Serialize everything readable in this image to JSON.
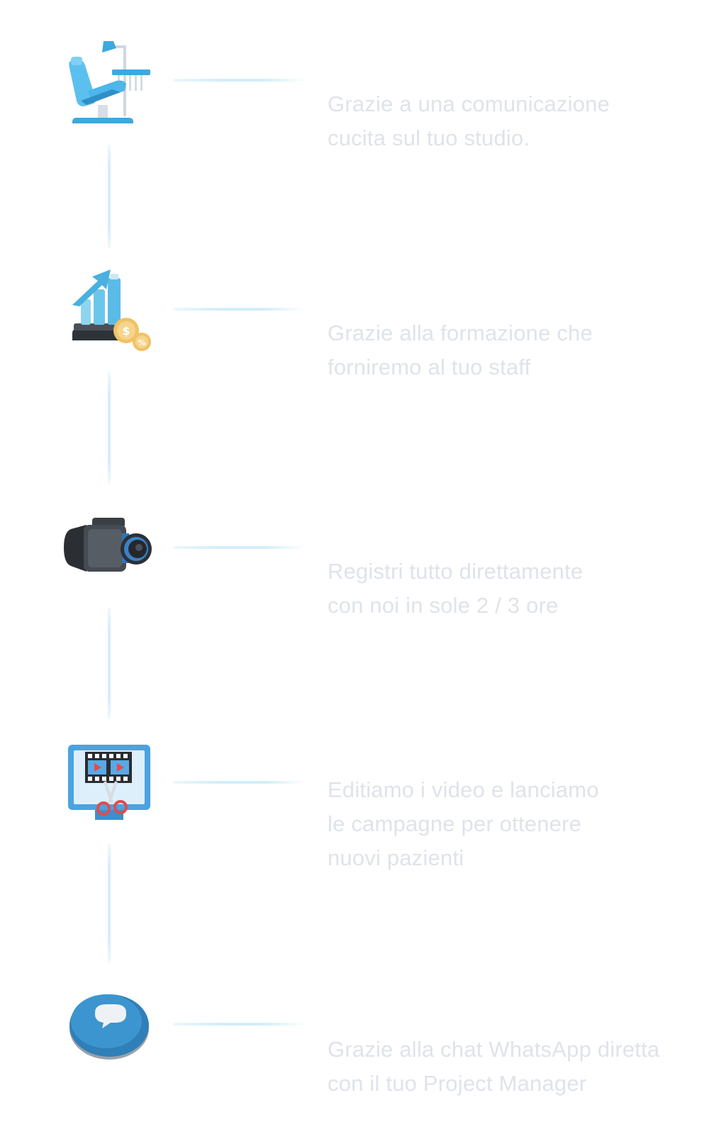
{
  "steps": [
    {
      "icon": "dental-chair-icon",
      "lines": [
        "Grazie a una comunicazione",
        "cucita sul tuo studio."
      ]
    },
    {
      "icon": "growth-chart-coins-icon",
      "lines": [
        "Grazie alla formazione che",
        "forniremo al tuo staff"
      ]
    },
    {
      "icon": "video-camera-icon",
      "lines": [
        "Registri tutto direttamente",
        "con noi in sole 2 / 3 ore"
      ]
    },
    {
      "icon": "video-editing-monitor-icon",
      "lines": [
        "Editiamo i video e lanciamo",
        "le campagne per ottenere",
        "nuovi pazienti"
      ]
    },
    {
      "icon": "chat-bubble-button-icon",
      "lines": [
        "Grazie alla chat WhatsApp diretta",
        "con il tuo Project Manager"
      ]
    }
  ],
  "colors": {
    "text": "#dfe3ea",
    "connector": "#d2eef8",
    "accent_blue": "#3fa3dc"
  }
}
